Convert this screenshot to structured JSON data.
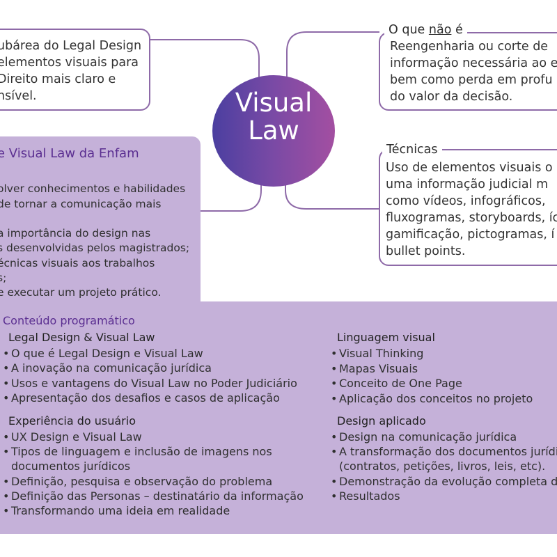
{
  "center": {
    "line1": "Visual",
    "line2": "Law"
  },
  "top_left_box": {
    "lines": [
      "ubárea do Legal Design",
      "elementos visuais para",
      "Direito mais claro e",
      "nsível."
    ]
  },
  "top_right_box": {
    "title_pre": "O que ",
    "title_underlined": "não",
    "title_post": " é",
    "lines": [
      "Reengenharia ou corte de",
      "informação necessária ao e",
      "bem como perda em profu",
      "do valor da decisão."
    ]
  },
  "techniques_box": {
    "title": "Técnicas",
    "lines": [
      "Uso de elementos visuais o",
      "uma informação judicial m",
      "como vídeos, infográficos,",
      "fluxogramas, storyboards, íc",
      "gamificação, pictogramas, í",
      "bullet points."
    ]
  },
  "objectives": {
    "title": "e Visual Law da Enfam",
    "lines": [
      "olver conhecimentos e habilidades",
      "de tornar a comunicação mais",
      ";",
      "a importância do design nas",
      "s desenvolvidas pelos magistrados;",
      "écnicas visuais aos trabalhos",
      "s;",
      "e executar um projeto prático."
    ]
  },
  "program": {
    "title": "Conteúdo programático",
    "sections": [
      {
        "title": "Legal Design & Visual Law",
        "items": [
          "O que é Legal Design e Visual Law",
          "A inovação na comunicação jurídica",
          "Usos e vantagens do Visual Law no Poder Judiciário",
          "Apresentação dos desafios e casos de aplicação"
        ]
      },
      {
        "title": "Experiência do usuário",
        "items": [
          "UX Design e Visual Law",
          "Tipos de linguagem e inclusão de imagens nos",
          "documentos jurídicos",
          "Definição, pesquisa e observação do problema",
          "Definição das Personas – destinatário da informação",
          "Transformando uma ideia em realidade"
        ]
      },
      {
        "title": "Linguagem visual",
        "items": [
          "Visual Thinking",
          "Mapas Visuais",
          "Conceito de One Page",
          "Aplicação dos conceitos no projeto"
        ]
      },
      {
        "title": "Design aplicado",
        "items": [
          "Design na comunicação jurídica",
          "A transformação dos documentos jurídi",
          "(contratos, petições, livros, leis, etc).",
          "Demonstração da evolução completa de",
          "Resultados"
        ]
      }
    ]
  },
  "bullet": "•",
  "colors": {
    "accent": "#5b2f91",
    "panel": "#c5b1d9",
    "outline": "#8e6aa8"
  }
}
